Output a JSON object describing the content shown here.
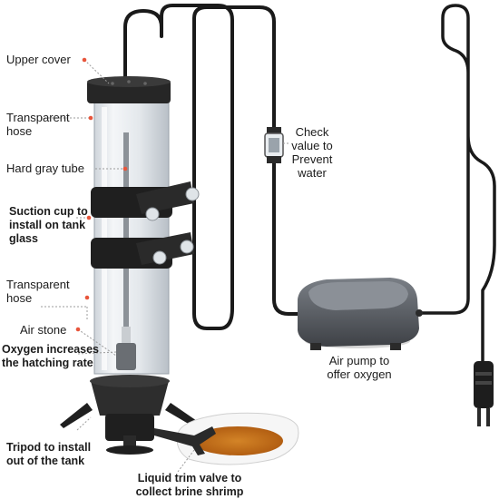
{
  "labels": {
    "upper_cover": "Upper cover",
    "transparent_hose_1": [
      "Transparent",
      "hose"
    ],
    "hard_gray_tube": "Hard gray tube",
    "suction_cup": [
      "Suction cup to",
      "install on tank",
      "glass"
    ],
    "transparent_hose_2": [
      "Transparent",
      "hose"
    ],
    "air_stone": "Air stone",
    "oxygen_increases": [
      "Oxygen increases",
      "the hatching rate"
    ],
    "tripod": [
      "Tripod to install",
      "out of the tank"
    ],
    "liquid_trim_valve": [
      "Liquid trim valve to",
      "collect brine shrimp"
    ],
    "check_valve": [
      "Check",
      "value to",
      "Prevent",
      "water"
    ],
    "air_pump": [
      "Air pump to",
      "offer oxygen"
    ]
  },
  "colors": {
    "leader_dot": "#e8553b",
    "hose": "#1a1a1a",
    "pump_body": "#5c6066",
    "brine": "#c8771f"
  }
}
